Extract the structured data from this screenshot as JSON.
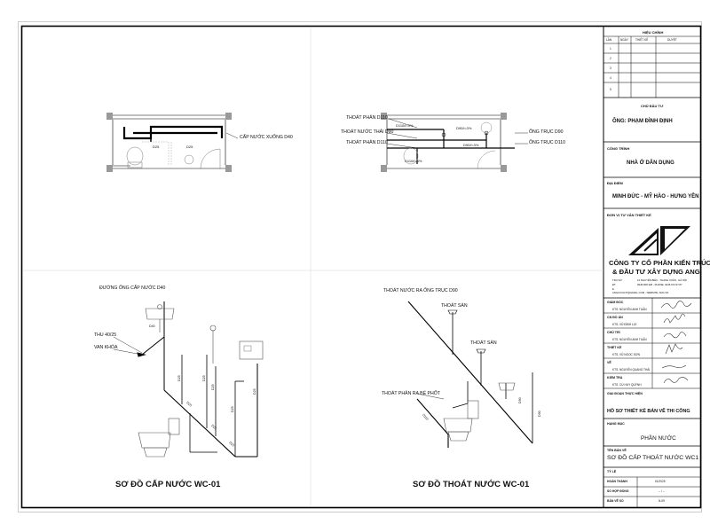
{
  "titleblock": {
    "revision": {
      "title": "HIỆU CHỈNH",
      "headers": [
        "LẦN",
        "NGÀY",
        "THIẾT KẾ",
        "DUYỆT"
      ],
      "rows": [
        "1",
        "2",
        "3",
        "4",
        "5"
      ]
    },
    "owner_label": "CHỦ ĐẦU TƯ",
    "owner_value": "ÔNG: PHẠM ĐÌNH ĐỊNH",
    "project_label": "CÔNG TRÌNH",
    "project_value": "NHÀ Ở DÂN DỤNG",
    "location_label": "ĐỊA ĐIỂM",
    "location_value": "MINH ĐỨC - MỸ HÀO - HƯNG YÊN",
    "consultant_label": "ĐƠN VỊ TƯ VẤN THIẾT KẾ",
    "company_line1": "CÔNG TY CỔ PHẦN KIẾN TRÚC",
    "company_line2": "& ĐẦU TƯ XÂY DỰNG ANG",
    "company_info": [
      "12 NGUYỄN BIỂU - THANH XUÂN - HÀ NỘI",
      "0946.668.328 - PHONE: 0246.672.97.87",
      "ANGCUVLNT@GMAIL.COM - WEBSITE: ANG.VN"
    ],
    "company_info_keys": [
      "TRỤ SỞ",
      "ĐT",
      "E"
    ],
    "roles": [
      {
        "role": "GIÁM ĐỐC",
        "name": "KTS. NGUYỄN ANH TUẤN"
      },
      {
        "role": "CN ĐỒ ÁN",
        "name": "KTS. VŨ ĐÌNH LỢI"
      },
      {
        "role": "CHỦ TRÌ",
        "name": "KTS. NGUYỄN ANH TUẤN"
      },
      {
        "role": "THIẾT KẾ",
        "name": "KTS. VŨ NGỌC SƠN"
      },
      {
        "role": "VẼ",
        "name": "KTS. NGUYỄN QUANG THÁI"
      },
      {
        "role": "KIỂM TRA",
        "name": "KTS. CÙ HUY QUỲNH"
      }
    ],
    "phase_label": "GIAI ĐOẠN THỰC HIỆN",
    "phase_value": "HỒ SƠ THIẾT KẾ BẢN VẼ THI CÔNG",
    "item_label": "HẠNG MỤC",
    "item_value": "PHẦN NƯỚC",
    "drawing_name_label": "TÊN BẢN VẼ",
    "drawing_name_value": "SƠ ĐỒ CẤP THOÁT NƯỚC WC1",
    "scale_label": "TỶ LỆ",
    "finish_label": "HOÀN THÀNH",
    "finish_value": "01/2025",
    "contract_label": "SỐ HỢP ĐỒNG",
    "contract_value": "-- / --",
    "sheet_label": "BẢN VẼ SỐ",
    "sheet_value": "N-09"
  },
  "drawings": {
    "supply_plan_label": "CẤP NƯỚC XUỐNG D40",
    "supply_plan_dims": [
      "D25",
      "D25"
    ],
    "drain_plan_labels": [
      "THOÁT PHÂN D110",
      "THOÁT NƯỚC THẢI D90",
      "THOÁT PHÂN D110",
      "ỐNG TRỤC D90",
      "ỐNG TRỤC D110"
    ],
    "drain_plan_slopes": [
      "D110/i=3%",
      "D90/i=3%",
      "D90/i=3%",
      "D110/i=3%"
    ],
    "supply_iso_labels": [
      "ĐƯỜNG ỐNG CẤP NƯỚC D40",
      "THU 40/25",
      "VAN KHÓA",
      "D40"
    ],
    "supply_iso_dims": [
      "D25",
      "D25",
      "D25",
      "D25",
      "D25",
      "D25",
      "D25",
      "D25"
    ],
    "drain_iso_labels": [
      "THOÁT NƯỚC RA ỐNG TRỤC D90",
      "THOÁT SÀN",
      "THOÁT SÀN",
      "THOÁT PHÂN RA BỂ PHỐT"
    ],
    "drain_iso_dims": [
      "D110",
      "D90",
      "D90"
    ],
    "title_supply": "SƠ ĐỒ CẤP NƯỚC WC-01",
    "title_drain": "SƠ ĐỒ THOÁT NƯỚC WC-01"
  }
}
